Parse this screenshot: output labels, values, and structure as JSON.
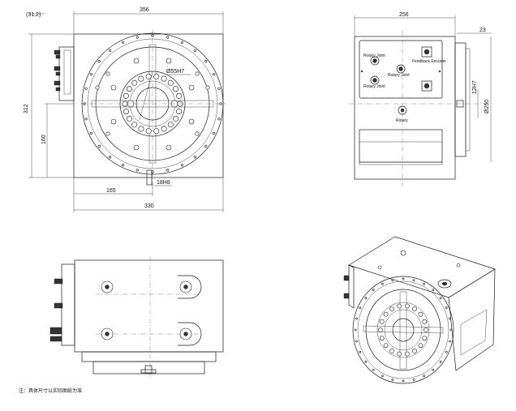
{
  "views": {
    "front": {
      "dims": {
        "top_small": "(31.2)",
        "top_width": "356",
        "left_height": "312",
        "left_160": "160",
        "bottom_165": "165",
        "bottom_330": "330",
        "bore": "Ø55H7",
        "key": "18H8"
      }
    },
    "side": {
      "dims": {
        "width": "256",
        "right_23": "23",
        "shaft": "12H7",
        "dia": "Ø250"
      },
      "panel_labels": [
        "Rotary Joint",
        "Rotary Joint",
        "Rotary Joint",
        "Feedback Encoder"
      ],
      "bottom_label": "Rotary"
    }
  },
  "note": "注：具体尺寸以实际图纸为准"
}
